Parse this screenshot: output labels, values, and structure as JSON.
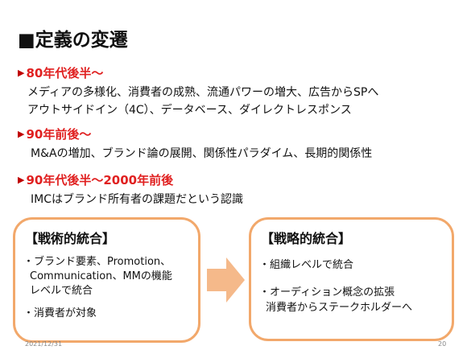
{
  "slide": {
    "title": "■定義の変遷",
    "sections": [
      {
        "heading": "80年代後半〜",
        "lines": [
          "メディアの多様化、消費者の成熟、流通パワーの増大、広告からSPへ",
          "アウトサイドイン（4C）、データベース、ダイレクトレスポンス"
        ]
      },
      {
        "heading": "90年前後〜",
        "lines": [
          "M&Aの増加、ブランド論の展開、関係性パラダイム、長期的関係性"
        ]
      },
      {
        "heading": "90年代後半〜2000年前後",
        "lines": [
          "IMCはブランド所有者の課題だという認識"
        ]
      }
    ],
    "left_box": {
      "heading": "【戦術的統合】",
      "items": [
        "・ブランド要素、Promotion、",
        "Communication、MMの機能",
        "レベルで統合",
        "・消費者が対象"
      ]
    },
    "right_box": {
      "heading": "【戦略的統合】",
      "items": [
        "・組織レベルで統合",
        "・オーディション概念の拡張",
        "消費者からステークホルダーへ"
      ]
    },
    "footer": {
      "date": "2021/12/31",
      "page": "20"
    },
    "colors": {
      "accent_red": "#e02020",
      "box_border": "#f2a86b",
      "arrow_fill": "#f5b98a"
    },
    "icons": {
      "bullet": "triangle-right",
      "arrow": "right-arrow"
    }
  }
}
